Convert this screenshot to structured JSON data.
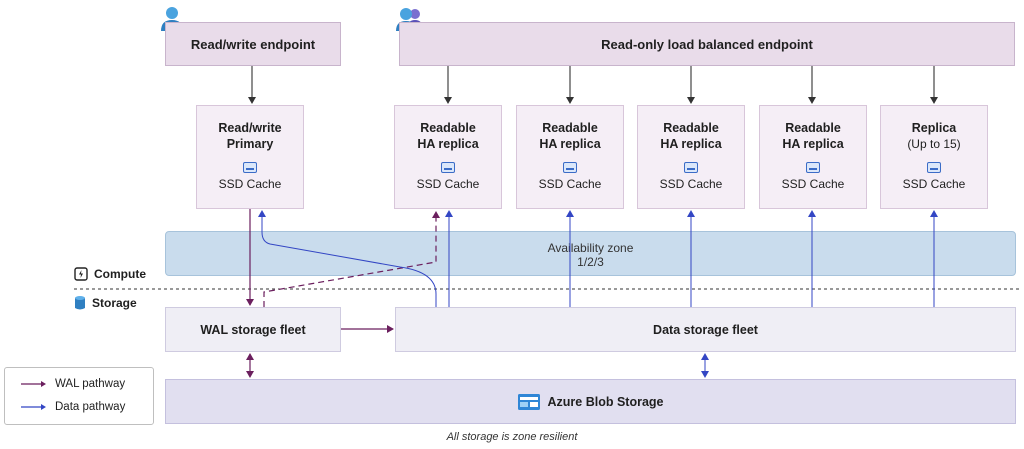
{
  "endpoints": {
    "rw": "Read/write endpoint",
    "ro": "Read-only load balanced endpoint"
  },
  "nodes": [
    {
      "title": "Read/write",
      "subtitle": "Primary",
      "cache": "SSD Cache"
    },
    {
      "title": "Readable",
      "subtitle": "HA replica",
      "cache": "SSD Cache"
    },
    {
      "title": "Readable",
      "subtitle": "HA replica",
      "cache": "SSD Cache"
    },
    {
      "title": "Readable",
      "subtitle": "HA replica",
      "cache": "SSD Cache"
    },
    {
      "title": "Readable",
      "subtitle": "HA replica",
      "cache": "SSD Cache"
    },
    {
      "title": "Replica",
      "subtitle": "(Up to 15)",
      "cache": "SSD Cache"
    }
  ],
  "zone": {
    "line1": "Availability zone",
    "line2": "1/2/3"
  },
  "tiers": {
    "compute": "Compute",
    "storage": "Storage"
  },
  "storage": {
    "wal": "WAL storage fleet",
    "data": "Data storage fleet",
    "blob": "Azure Blob Storage"
  },
  "legend": {
    "wal": "WAL pathway",
    "data": "Data pathway"
  },
  "caption": "All storage is zone resilient",
  "colors": {
    "wal": "#6b1f5e",
    "data": "#3346c4",
    "arrow": "#333333"
  }
}
